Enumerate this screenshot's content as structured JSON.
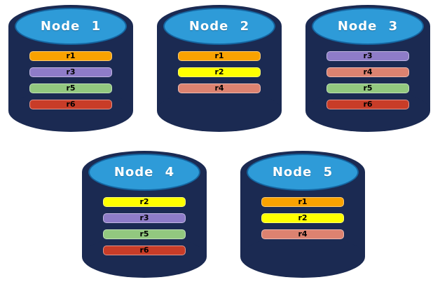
{
  "page": {
    "background": "#ffffff"
  },
  "colors": {
    "cylinder_body": "#1B2A52",
    "cylinder_top_face": "#2E9BD8",
    "cylinder_top_face_border": "#1565A0",
    "node_label_text": "#FFFFFF",
    "bar_label_text": "#000000"
  },
  "replica_colors": {
    "r1": "#F9A201",
    "r2": "#FFFF00",
    "r3": "#8E7CC8",
    "r4": "#DC8270",
    "r5": "#92C87F",
    "r6": "#C83C28"
  },
  "nodes": [
    {
      "label": "Node 1",
      "replicas": [
        "r1",
        "r3",
        "r5",
        "r6"
      ]
    },
    {
      "label": "Node 2",
      "replicas": [
        "r1",
        "r2",
        "r4"
      ]
    },
    {
      "label": "Node 3",
      "replicas": [
        "r3",
        "r4",
        "r5",
        "r6"
      ]
    },
    {
      "label": "Node 4",
      "replicas": [
        "r2",
        "r3",
        "r5",
        "r6"
      ]
    },
    {
      "label": "Node 5",
      "replicas": [
        "r1",
        "r2",
        "r4"
      ]
    }
  ],
  "rows": [
    [
      0,
      1,
      2
    ],
    [
      3,
      4
    ]
  ]
}
